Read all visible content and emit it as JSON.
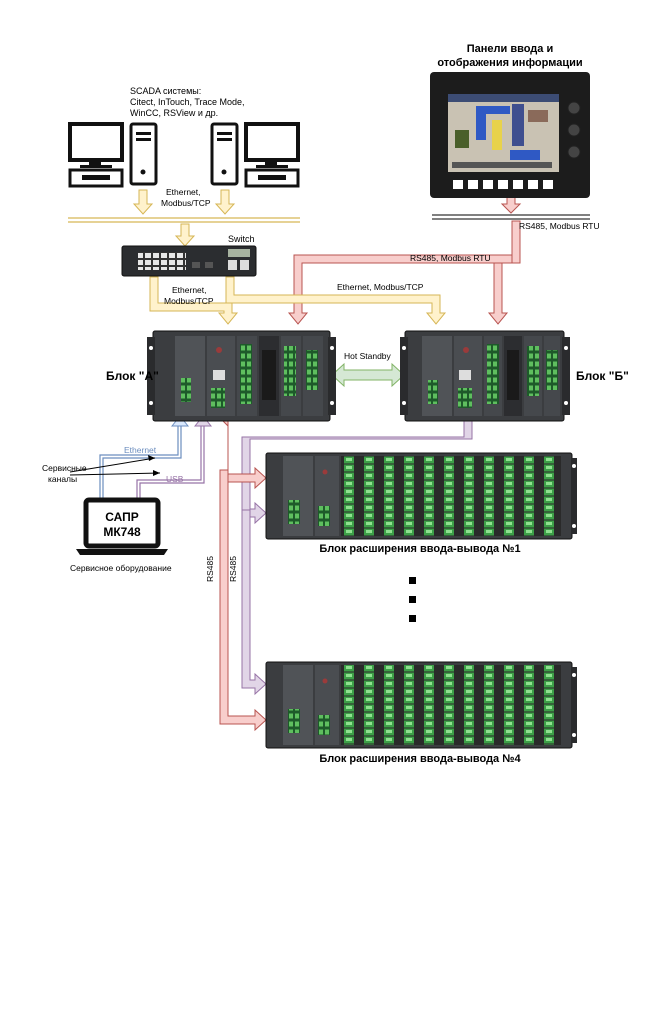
{
  "labels": {
    "scada_title": "SCADA системы:",
    "scada_line2": "Citect, InTouch, Trace Mode,",
    "scada_line3": "WinCC, RSView и др.",
    "panel_title_1": "Панели ввода и",
    "panel_title_2": "отображения информации",
    "eth_modbus_tcp_top_1": "Ethernet,",
    "eth_modbus_tcp_top_2": "Modbus/TCP",
    "rs485_modbus_rtu_right": "RS485, Modbus RTU",
    "switch": "Switch",
    "rs485_modbus_rtu_mid": "RS485, Modbus RTU",
    "eth_modbus_tcp_mid": "Ethernet, Modbus/TCP",
    "eth_modbus_tcp_left_1": "Ethernet,",
    "eth_modbus_tcp_left_2": "Modbus/TCP",
    "hot_standby": "Hot Standby",
    "block_a": "Блок \"А\"",
    "block_b": "Блок \"Б\"",
    "ethernet": "Ethernet",
    "usb": "USB",
    "service_channels_1": "Сервисные",
    "service_channels_2": "каналы",
    "sapr_1": "САПР",
    "sapr_2": "МК748",
    "service_equipment": "Сервисное оборудование",
    "rs485_a": "RS485",
    "rs485_b": "RS485",
    "expansion_1": "Блок расширения ввода-вывода №1",
    "expansion_4": "Блок расширения ввода-вывода №4"
  },
  "colors": {
    "ethernet_arrow": "#fff2cc",
    "ethernet_arrow_stroke": "#d6b656",
    "rs485_arrow": "#f8cecc",
    "rs485_arrow_stroke": "#b85450",
    "hot_standby_arrow": "#d5e8d4",
    "hot_standby_stroke": "#82b366",
    "usb_arrow": "#e1d5e7",
    "usb_arrow_stroke": "#9673a6",
    "service_eth_arrow": "#dae8fc",
    "service_eth_stroke": "#6c8ebf"
  },
  "icons": [
    "pc-monitor-icon",
    "server-tower-icon",
    "network-switch-icon",
    "hmi-panel-icon",
    "plc-rack-icon",
    "laptop-icon"
  ]
}
